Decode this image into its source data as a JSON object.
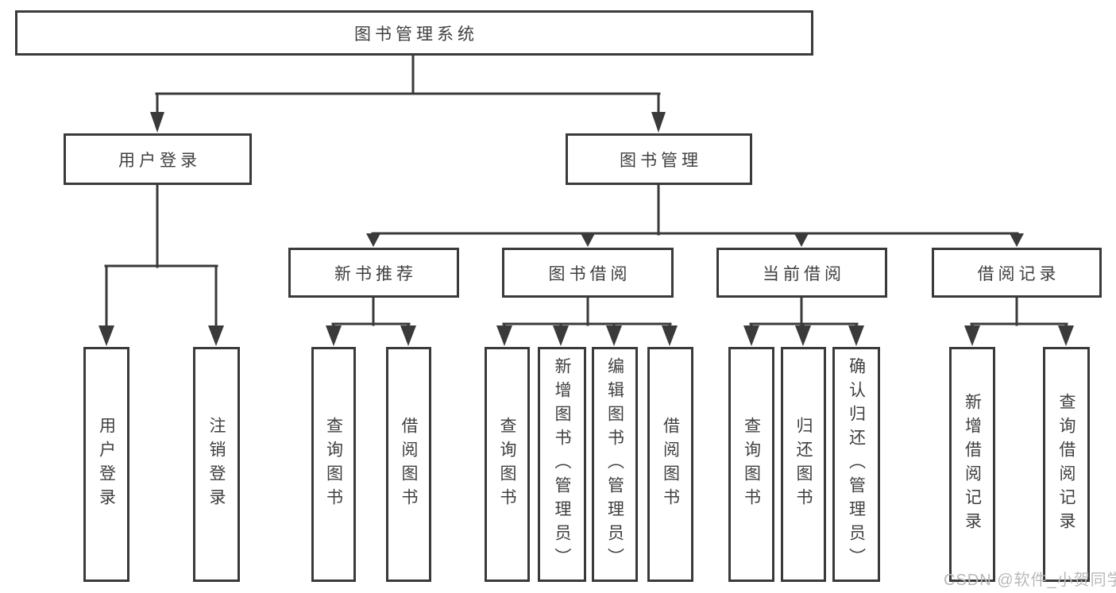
{
  "diagram": {
    "title": "图书管理系统",
    "root": {
      "label": "图书管理系统"
    },
    "level2": [
      {
        "label": "用户登录"
      },
      {
        "label": "图书管理"
      }
    ],
    "level3": [
      {
        "label": "新书推荐",
        "parent": "图书管理"
      },
      {
        "label": "图书借阅",
        "parent": "图书管理"
      },
      {
        "label": "当前借阅",
        "parent": "图书管理"
      },
      {
        "label": "借阅记录",
        "parent": "图书管理"
      }
    ],
    "leaves": [
      {
        "label": "用户登录",
        "parent": "用户登录"
      },
      {
        "label": "注销登录",
        "parent": "用户登录"
      },
      {
        "label": "查询图书",
        "parent": "新书推荐"
      },
      {
        "label": "借阅图书",
        "parent": "新书推荐"
      },
      {
        "label": "查询图书",
        "parent": "图书借阅"
      },
      {
        "label": "新增图书（管理员）",
        "parent": "图书借阅"
      },
      {
        "label": "编辑图书（管理员）",
        "parent": "图书借阅"
      },
      {
        "label": "借阅图书",
        "parent": "图书借阅"
      },
      {
        "label": "查询图书",
        "parent": "当前借阅"
      },
      {
        "label": "归还图书",
        "parent": "当前借阅"
      },
      {
        "label": "确认归还（管理员）",
        "parent": "当前借阅"
      },
      {
        "label": "新增借阅记录",
        "parent": "借阅记录"
      },
      {
        "label": "查询借阅记录",
        "parent": "借阅记录"
      }
    ]
  },
  "watermark": "CSDN @软件_小贺同学",
  "colors": {
    "line": "#3a3a3a",
    "text": "#3f3f3f",
    "watermark": "#b9b9b9",
    "background": "#ffffff"
  }
}
